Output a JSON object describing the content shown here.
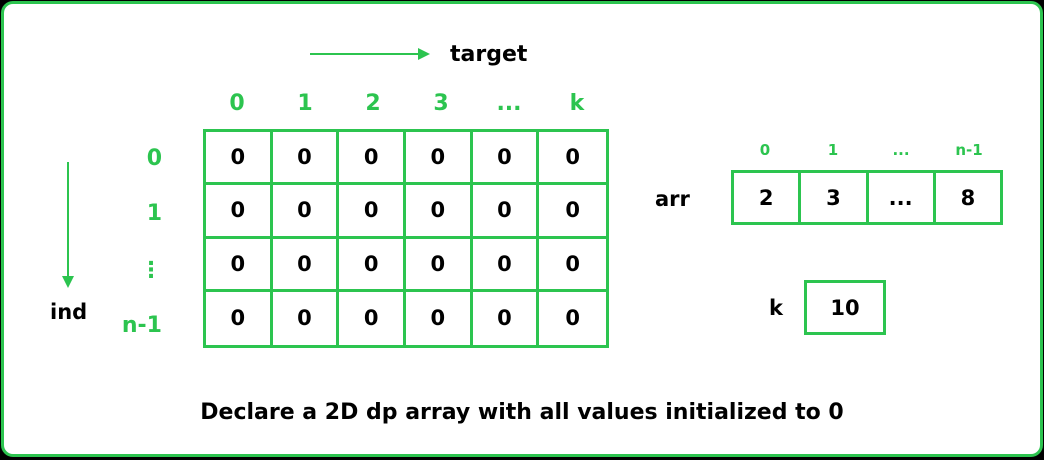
{
  "labels": {
    "target": "target",
    "ind": "ind",
    "arr": "arr",
    "k": "k"
  },
  "dp_table": {
    "col_headers": [
      "0",
      "1",
      "2",
      "3",
      "...",
      "k"
    ],
    "row_headers": [
      "0",
      "1",
      "⋮",
      "n-1"
    ],
    "rows": [
      [
        "0",
        "0",
        "0",
        "0",
        "0",
        "0"
      ],
      [
        "0",
        "0",
        "0",
        "0",
        "0",
        "0"
      ],
      [
        "0",
        "0",
        "0",
        "0",
        "0",
        "0"
      ],
      [
        "0",
        "0",
        "0",
        "0",
        "0",
        "0"
      ]
    ]
  },
  "arr": {
    "indices": [
      "0",
      "1",
      "...",
      "n-1"
    ],
    "values": [
      "2",
      "3",
      "...",
      "8"
    ]
  },
  "k_value": "10",
  "caption": "Declare a 2D dp array with all values initialized to 0",
  "colors": {
    "accent": "#2cc44f",
    "text": "#000000",
    "background": "#ffffff"
  }
}
